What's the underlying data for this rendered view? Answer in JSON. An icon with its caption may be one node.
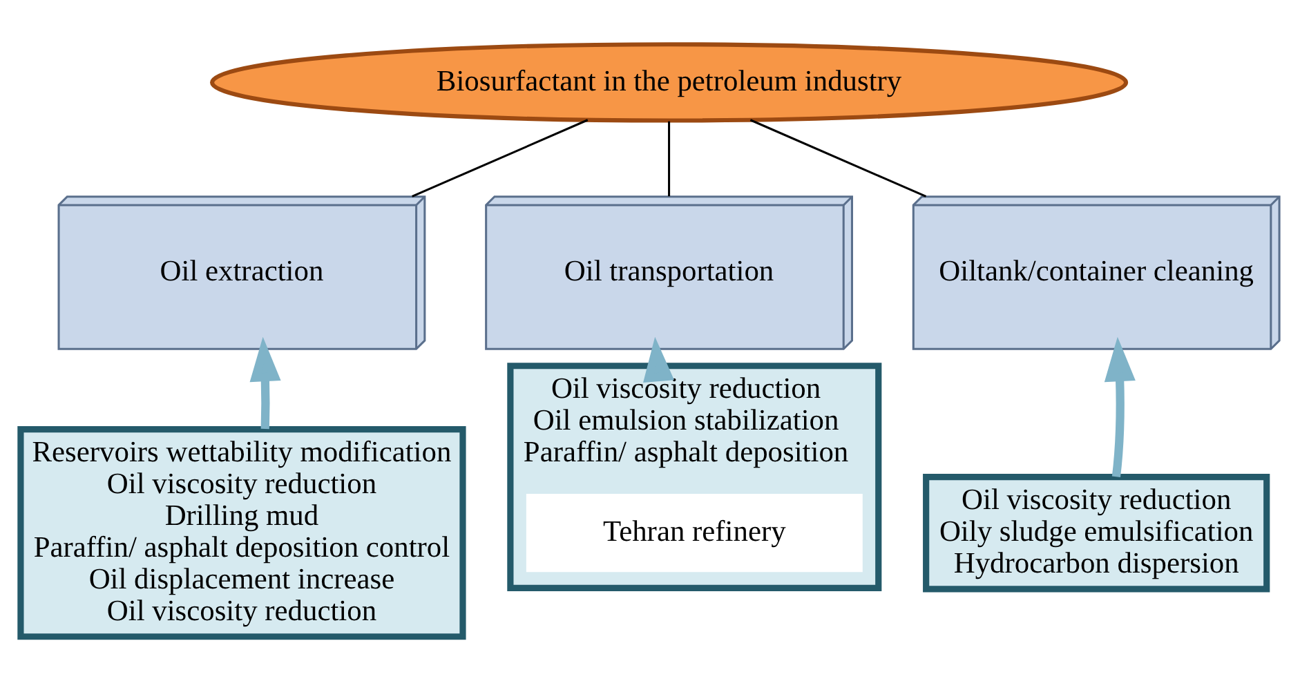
{
  "diagram": {
    "nodes": [
      {
        "text": [
          "Biosurfactant in the petroleum industry"
        ]
      },
      {
        "text": [
          "Oil extraction"
        ]
      },
      {
        "text": [
          "Oil transportation"
        ]
      },
      {
        "text": [
          "Oiltank/container cleaning"
        ]
      },
      {
        "text": [
          "Reservoirs wettability modification",
          "Oil viscosity reduction",
          "Drilling mud",
          "Paraffin/ asphalt deposition control",
          "Oil displacement increase",
          "Oil viscosity reduction"
        ]
      },
      {
        "text": [
          "Oil viscosity reduction",
          "Oil emulsion stabilization",
          "Paraffin/ asphalt deposition"
        ]
      },
      {
        "text": [
          "Oil viscosity reduction",
          "Oily sludge emulsification",
          "Hydrocarbon dispersion"
        ]
      },
      {
        "text": [
          "Tehran refinery"
        ],
        "in": 5
      }
    ],
    "edges": [
      {
        "from": 0,
        "to": 1,
        "arrow": "none"
      },
      {
        "from": 0,
        "to": 2,
        "arrow": "none"
      },
      {
        "from": 0,
        "to": 3,
        "arrow": "none"
      },
      {
        "from": 4,
        "to": 1,
        "arrow": "to",
        "style": "thick",
        "color": "#7fb3c8"
      },
      {
        "from": 5,
        "to": 2,
        "arrow": "to",
        "style": "thick",
        "color": "#7fb3c8"
      },
      {
        "from": 6,
        "to": 3,
        "arrow": "to",
        "style": "thick",
        "color": "#7fb3c8"
      }
    ]
  }
}
